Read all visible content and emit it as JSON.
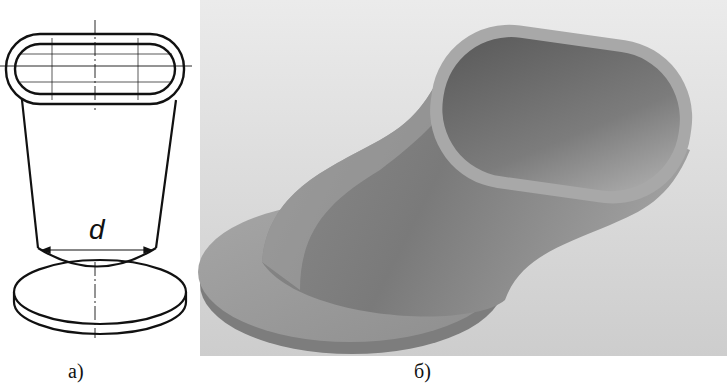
{
  "diagram": {
    "labels": [
      "d",
      "а)",
      "б)"
    ]
  }
}
